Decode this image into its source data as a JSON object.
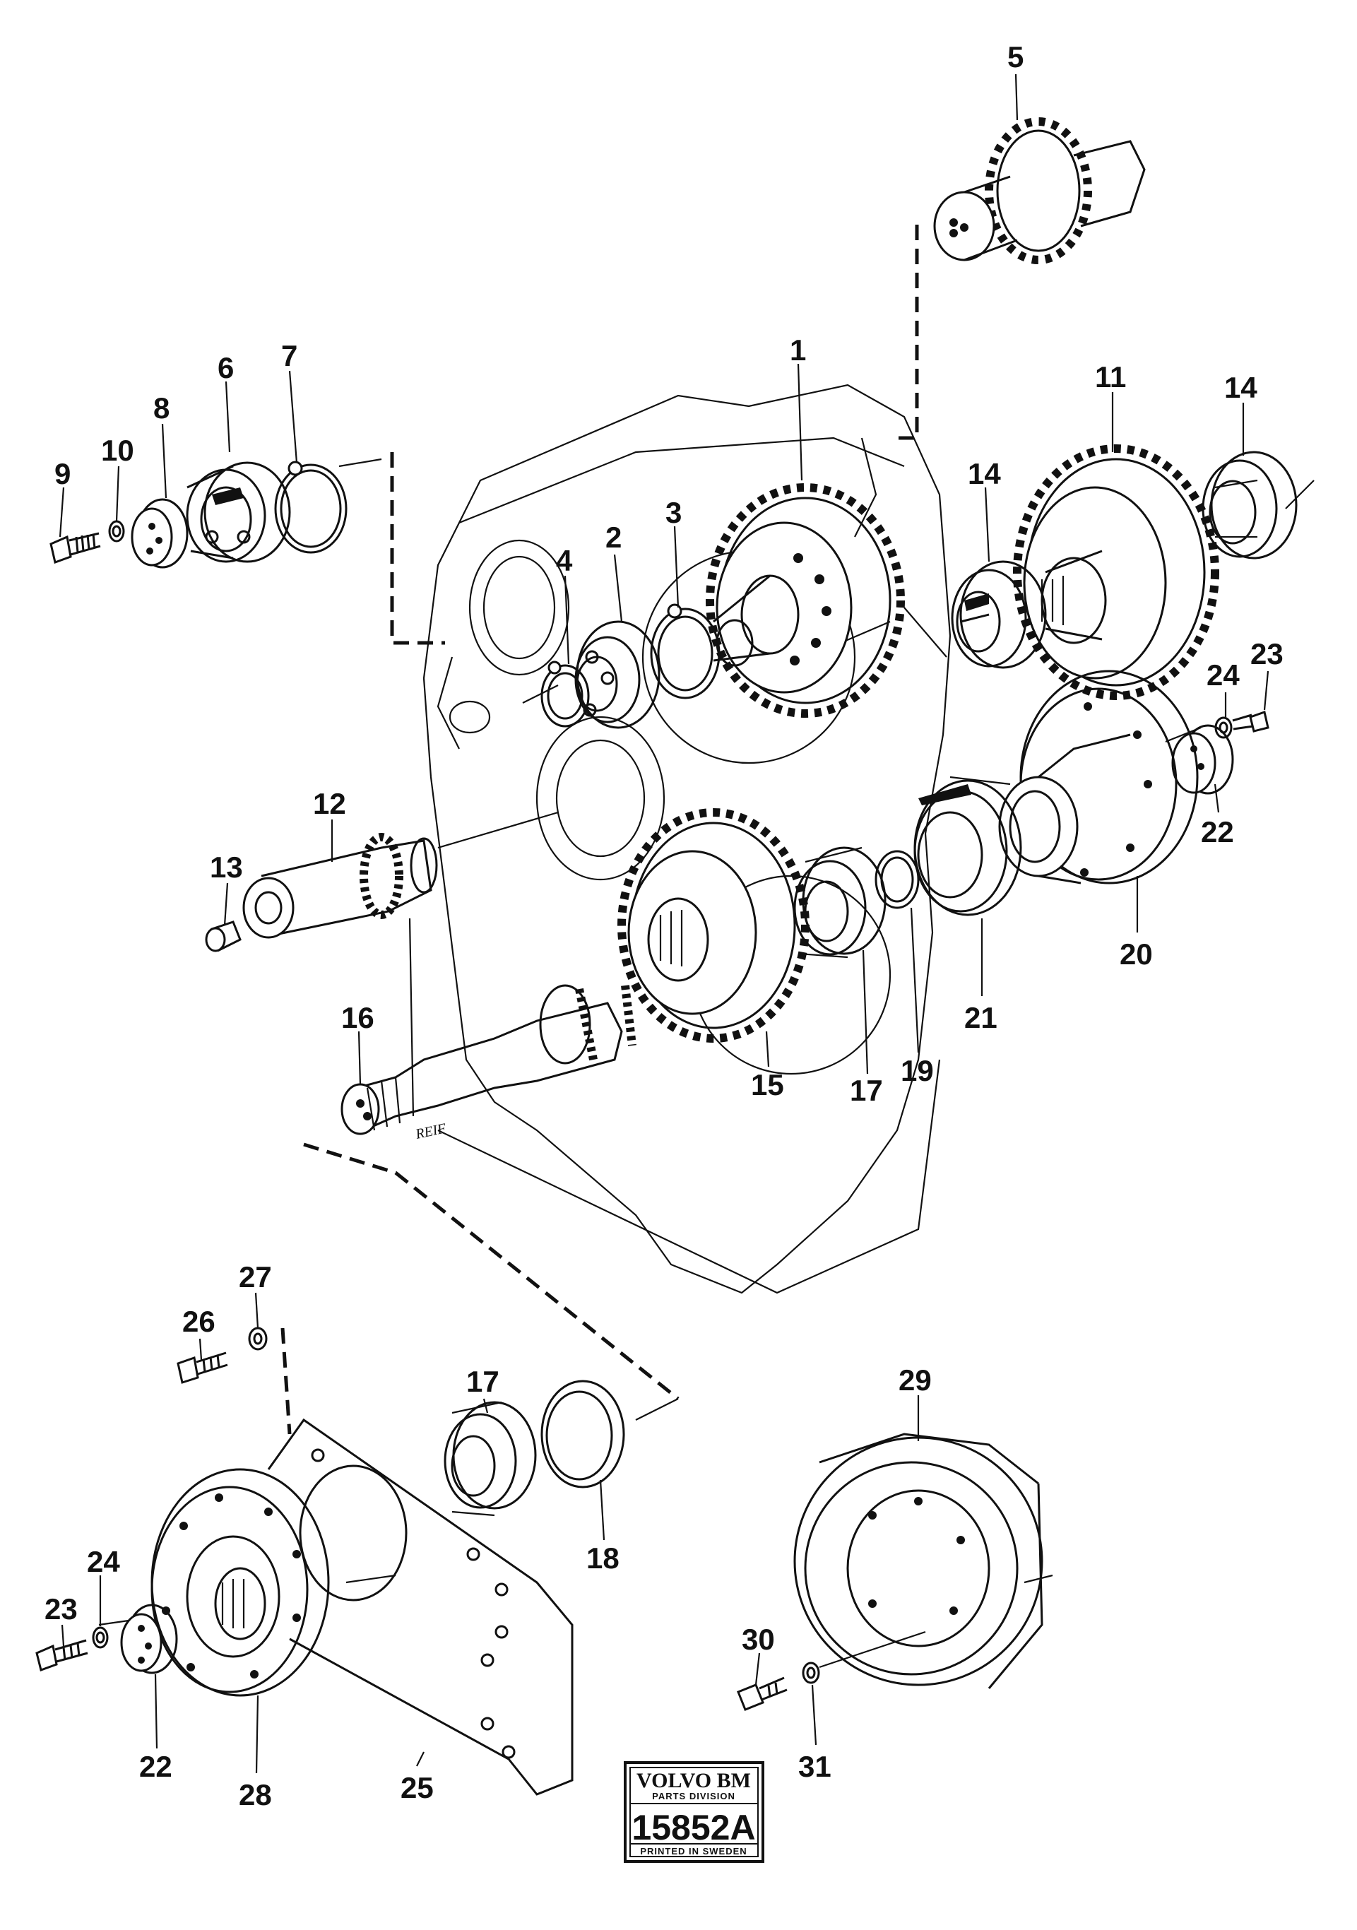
{
  "diagram": {
    "callouts": [
      "1",
      "2",
      "3",
      "4",
      "5",
      "6",
      "7",
      "8",
      "9",
      "10",
      "11",
      "12",
      "13",
      "14",
      "14",
      "15",
      "16",
      "17",
      "17",
      "18",
      "19",
      "20",
      "21",
      "22",
      "22",
      "23",
      "23",
      "24",
      "24",
      "25",
      "26",
      "27",
      "28",
      "29",
      "30",
      "31"
    ]
  },
  "logo": {
    "brand": "VOLVO BM",
    "division": "PARTS DIVISION",
    "number": "15852A",
    "printed": "PRINTED IN SWEDEN"
  },
  "stamp": "REIF"
}
